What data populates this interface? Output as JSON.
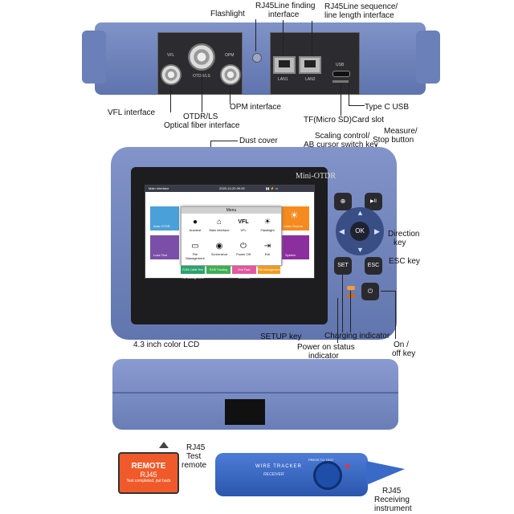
{
  "labels": {
    "flashlight": "Flashlight",
    "rj45_finding_1": "RJ45Line finding",
    "rj45_finding_2": "interface",
    "rj45_seq_1": "RJ45Line sequence/",
    "rj45_seq_2": "line length interface",
    "vfl": "VFL interface",
    "otdr_1": "OTDR/LS",
    "otdr_2": "Optical fiber interface",
    "opm": "OPM interface",
    "typec": "Type C USB",
    "tf": "TF(Micro SD)Card slot",
    "dust": "Dust cover",
    "scaling_1": "Scaling control/",
    "scaling_2": "AB cursor switch key",
    "measure_1": "Measure/",
    "measure_2": "Stop button",
    "direction_1": "Direction",
    "direction_2": "key",
    "esc": "ESC key",
    "setup": "SETUP key",
    "charging": "Charging indicator",
    "power_1": "Power on status",
    "power_2": "indicator",
    "onoff_1": "On /",
    "onoff_2": "off key",
    "lcd": "4.3 inch color LCD",
    "rj45_remote_1": "RJ45",
    "rj45_remote_2": "Test",
    "rj45_remote_3": "remote",
    "rj45_recv_1": "RJ45",
    "rj45_recv_2": "Receiving",
    "rj45_recv_3": "instrument"
  },
  "device": {
    "brand": "Mini-OTDR",
    "port_vfl": "VFL",
    "port_otdr": "OTDR/LS",
    "port_opm": "OPM",
    "lan1": "LAN1",
    "lan2": "LAN2",
    "usb": "USB"
  },
  "screen": {
    "title": "Main Interface",
    "datetime": "2020-10-20  09:25",
    "menu_title": "Menu",
    "tiles": {
      "auto_otdr": "Auto OTDR",
      "laser": "Laser Source",
      "loss": "Loss Test",
      "system": "System"
    },
    "menu_items": [
      "Autotest",
      "Main interface",
      "VFL",
      "Flashlight",
      "File Management",
      "Screenshot",
      "Power Off",
      "Exit"
    ],
    "menu_icons": [
      "●",
      "⌂",
      "VFL",
      "☀",
      "▭",
      "◉",
      "⏻",
      "⇥"
    ],
    "bottom": [
      "RJ45 Cable Test\nFile Management",
      "RJ45 Tracking",
      "End Face Detection",
      "File Management"
    ]
  },
  "keys": {
    "measure": "▶II",
    "ok": "OK",
    "set": "SET",
    "esc": "ESC",
    "power": "⏻",
    "scale": "⊕"
  },
  "remote": {
    "title": "REMOTE",
    "sub": "RJ45",
    "note": "Test completed, put back"
  },
  "receiver": {
    "title": "WIRE  TRACKER",
    "sub": "RECEIVER",
    "side": "PRESS TO TEST"
  }
}
